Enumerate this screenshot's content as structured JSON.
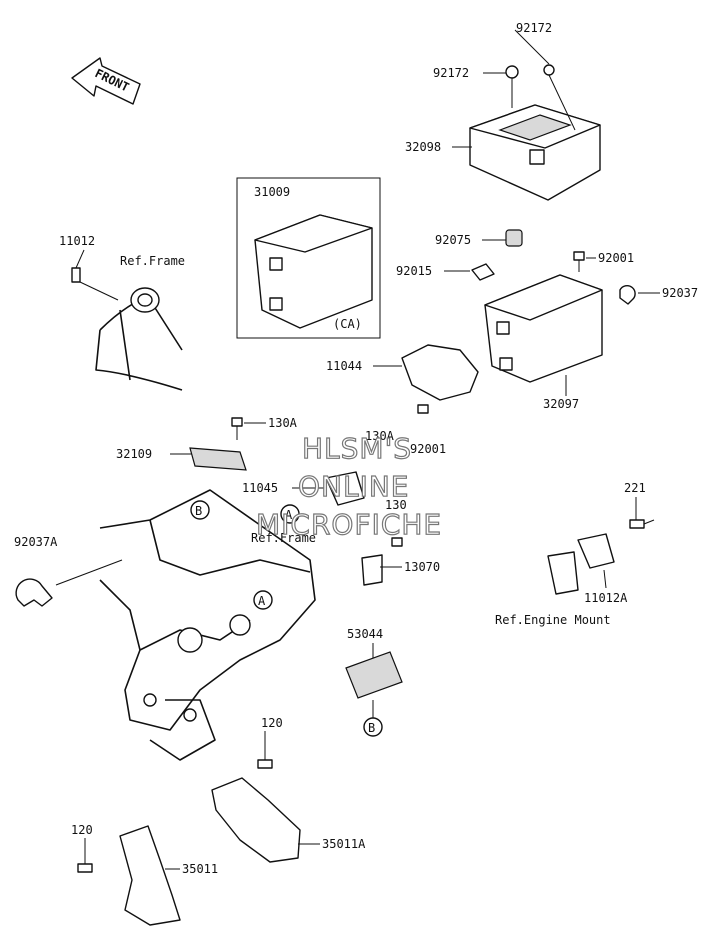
{
  "front_label": "FRONT",
  "watermark": [
    "HLSM'S",
    "ONLINE",
    "MICROFICHE"
  ],
  "references": {
    "ref_frame_top": "Ref.Frame",
    "ref_frame_mid": "Ref.Frame",
    "ref_engine_mount": "Ref.Engine Mount",
    "ca_label": "(CA)"
  },
  "callouts": {
    "A": "A",
    "B": "B"
  },
  "part_numbers": {
    "p92172_top": "92172",
    "p92172_left": "92172",
    "p32098": "32098",
    "p31009": "31009",
    "p92075": "92075",
    "p11012": "11012",
    "p92001_right": "92001",
    "p92015": "92015",
    "p92037": "92037",
    "p11044": "11044",
    "p32097": "32097",
    "p130A_a": "130A",
    "p130A_b": "130A",
    "p92001_mid": "92001",
    "p32109": "32109",
    "p11045": "11045",
    "p130": "130",
    "p221": "221",
    "p92037A": "92037A",
    "p13070": "13070",
    "p11012A": "11012A",
    "p53044": "53044",
    "p120_a": "120",
    "p120_b": "120",
    "p35011A": "35011A",
    "p35011": "35011"
  }
}
